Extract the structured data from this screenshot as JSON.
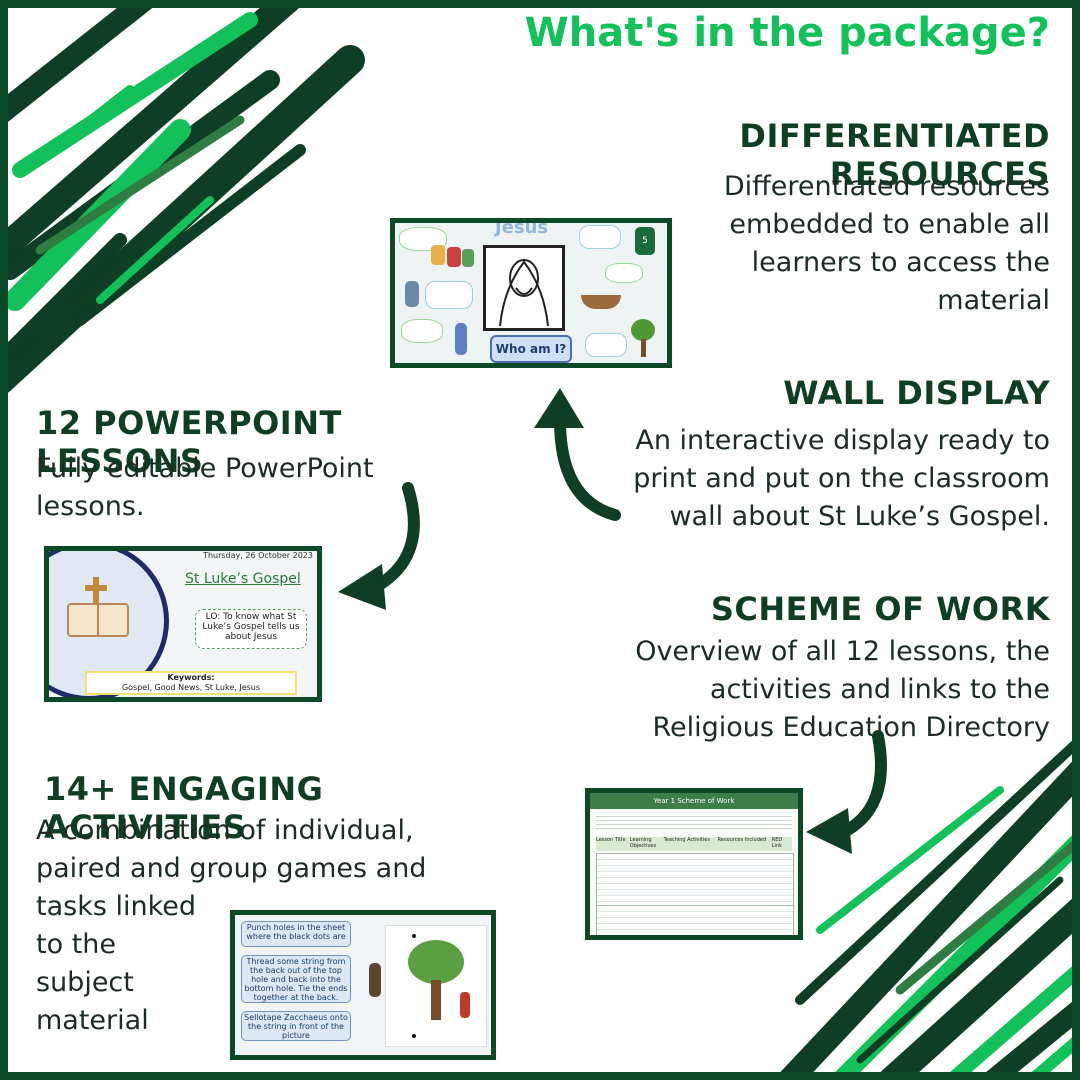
{
  "title": "What's in the package?",
  "sections": {
    "differentiated": {
      "heading": "DIFFERENTIATED RESOURCES",
      "lines": [
        "Differentiated resources",
        "embedded to enable all",
        "learners to access the",
        "material"
      ]
    },
    "wall_display": {
      "heading": "WALL DISPLAY",
      "lines": [
        "An interactive display ready to",
        "print and put on the classroom",
        "wall about St Luke’s Gospel."
      ]
    },
    "powerpoint": {
      "heading": "12 POWERPOINT LESSONS",
      "lines": [
        "Fully editable PowerPoint",
        "lessons."
      ]
    },
    "scheme": {
      "heading": "SCHEME OF WORK",
      "lines": [
        "Overview of all 12 lessons, the",
        "activities and links to the",
        "Religious Education Directory"
      ]
    },
    "activities": {
      "heading": "14+ ENGAGING ACTIVITIES",
      "lines": [
        "A combination of individual,",
        "paired and group games and",
        "tasks linked",
        "to the",
        "subject",
        "material"
      ]
    }
  },
  "wall_card": {
    "title": "Jesus",
    "button": "Who am I?"
  },
  "ppt_card": {
    "date": "Thursday, 26 October 2023",
    "heading": "St Luke’s Gospel",
    "lo": "LO: To know what St Luke’s Gospel tells us about Jesus",
    "keywords_label": "Keywords:",
    "keywords": "Gospel, Good News, St Luke, Jesus"
  },
  "activity_card": {
    "steps": [
      "Punch holes in the sheet where the black dots are",
      "Thread some string from the back out of the top hole and back into the bottom hole. Tie the ends together at the back.",
      "Sellotape Zacchaeus onto the string in front of the picture"
    ]
  },
  "scheme_card": {
    "title": "Year 1 Scheme of Work",
    "columns": [
      "Lesson Title",
      "Learning Objectives",
      "Teaching Activities",
      "Resources Included",
      "RED Link"
    ]
  },
  "colors": {
    "dark_green": "#0b4a26",
    "bright_green": "#12c15a",
    "mid_green": "#2f7d43"
  }
}
